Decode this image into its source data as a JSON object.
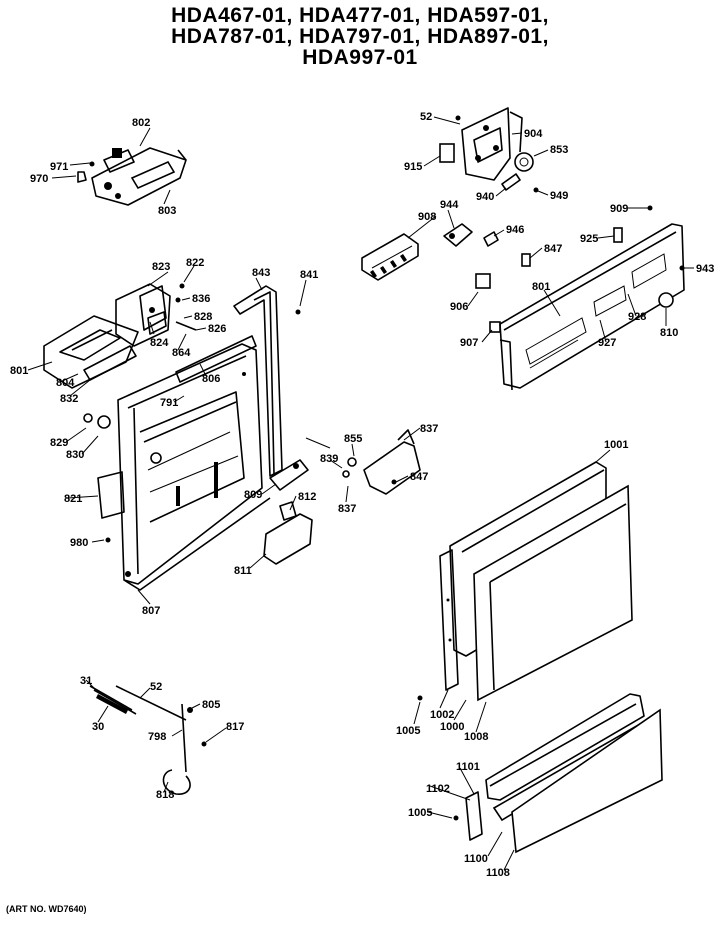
{
  "title_lines": [
    "HDA467-01, HDA477-01, HDA597-01,",
    "HDA787-01, HDA797-01, HDA897-01,",
    "HDA997-01"
  ],
  "labels": {
    "p802": "802",
    "p971": "971",
    "p970": "970",
    "p803": "803",
    "p52a": "52",
    "p904": "904",
    "p853": "853",
    "p915": "915",
    "p940": "940",
    "p949": "949",
    "p908": "908",
    "p944": "944",
    "p946": "946",
    "p909": "909",
    "p925": "925",
    "p847a": "847",
    "p943": "943",
    "p906": "906",
    "p801b": "801",
    "p928": "928",
    "p907": "907",
    "p927": "927",
    "p810": "810",
    "p823": "823",
    "p822": "822",
    "p843": "843",
    "p841": "841",
    "p836": "836",
    "p828": "828",
    "p826": "826",
    "p824": "824",
    "p864": "864",
    "p801a": "801",
    "p804": "804",
    "p832": "832",
    "p806": "806",
    "p791": "791",
    "p829": "829",
    "p830": "830",
    "p855": "855",
    "p837a": "837",
    "p839": "839",
    "p847b": "847",
    "p809": "809",
    "p812": "812",
    "p837b": "837",
    "p821": "821",
    "p980": "980",
    "p811": "811",
    "p807": "807",
    "p1001": "1001",
    "p31": "31",
    "p52b": "52",
    "p805": "805",
    "p30": "30",
    "p798": "798",
    "p817": "817",
    "p818": "818",
    "p1005a": "1005",
    "p1002": "1002",
    "p1000": "1000",
    "p1008": "1008",
    "p1101": "1101",
    "p1102": "1102",
    "p1005b": "1005",
    "p1100": "1100",
    "p1108": "1108"
  },
  "art_no": "(ART NO. WD7640)"
}
